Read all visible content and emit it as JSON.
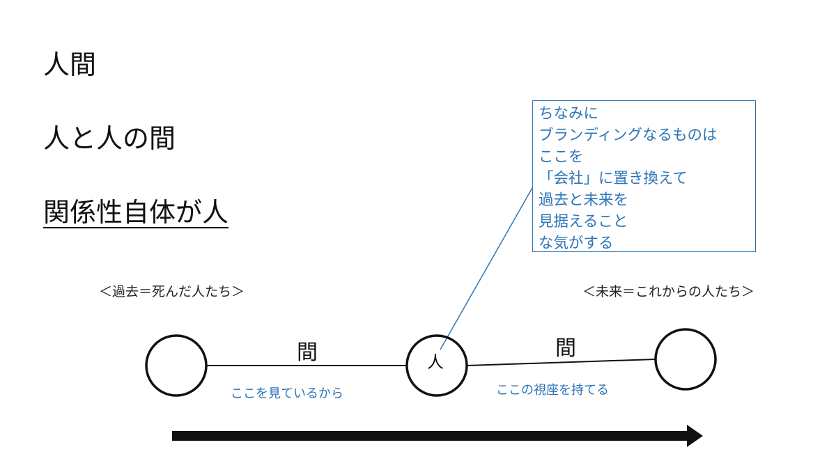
{
  "headings": {
    "line1": "人間",
    "line2": "人と人の間",
    "line3": "関係性自体が人"
  },
  "timeline": {
    "past_label": "＜過去＝死んだ人たち＞",
    "future_label": "＜未来＝これからの人たち＞",
    "between_left": "間",
    "between_right": "間",
    "caption_left": "ここを見ているから",
    "caption_right": "ここの視座を持てる",
    "person": "人"
  },
  "note": {
    "lines": [
      "ちなみに",
      "ブランディングなるものは",
      "ここを",
      "「会社」に置き換えて",
      "過去と未来を",
      "見据えること",
      "な気がする"
    ]
  },
  "colors": {
    "accent_blue": "#2e75b6",
    "ink": "#111111"
  }
}
